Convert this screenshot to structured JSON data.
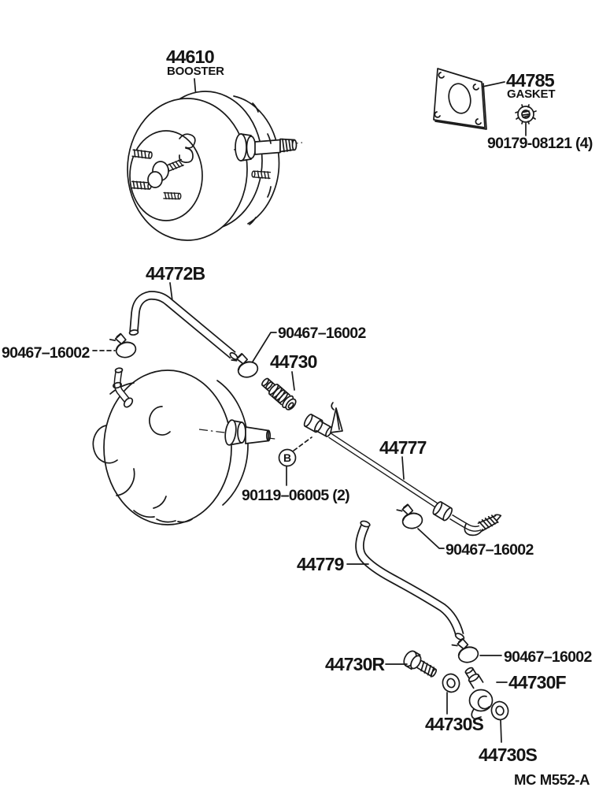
{
  "page": {
    "background": "#ffffff",
    "line_color": "#191919"
  },
  "parts": {
    "booster": {
      "number": "44610",
      "name": "BOOSTER"
    },
    "gasket": {
      "number": "44785",
      "name": "GASKET"
    },
    "gasket_nuts": {
      "number": "90179-08121 (4)"
    },
    "hose_upper": {
      "number": "44772B"
    },
    "clamp_a": {
      "number": "90467–16002"
    },
    "clamp_b": {
      "number": "90467–16002"
    },
    "check_valve": {
      "number": "44730"
    },
    "vacuum_pipe": {
      "number": "44777"
    },
    "union_bolt": {
      "callout": "B",
      "number": "90119–06005 (2)"
    },
    "hose_lower": {
      "number": "44779"
    },
    "clamp_c": {
      "number": "90467–16002"
    },
    "clamp_d": {
      "number": "90467–16002"
    },
    "connector_r": {
      "number": "44730R"
    },
    "connector_f": {
      "number": "44730F"
    },
    "washer_1": {
      "number": "44730S"
    },
    "washer_2": {
      "number": "44730S"
    }
  },
  "footer": {
    "drawing_code": "MC M552-A"
  }
}
